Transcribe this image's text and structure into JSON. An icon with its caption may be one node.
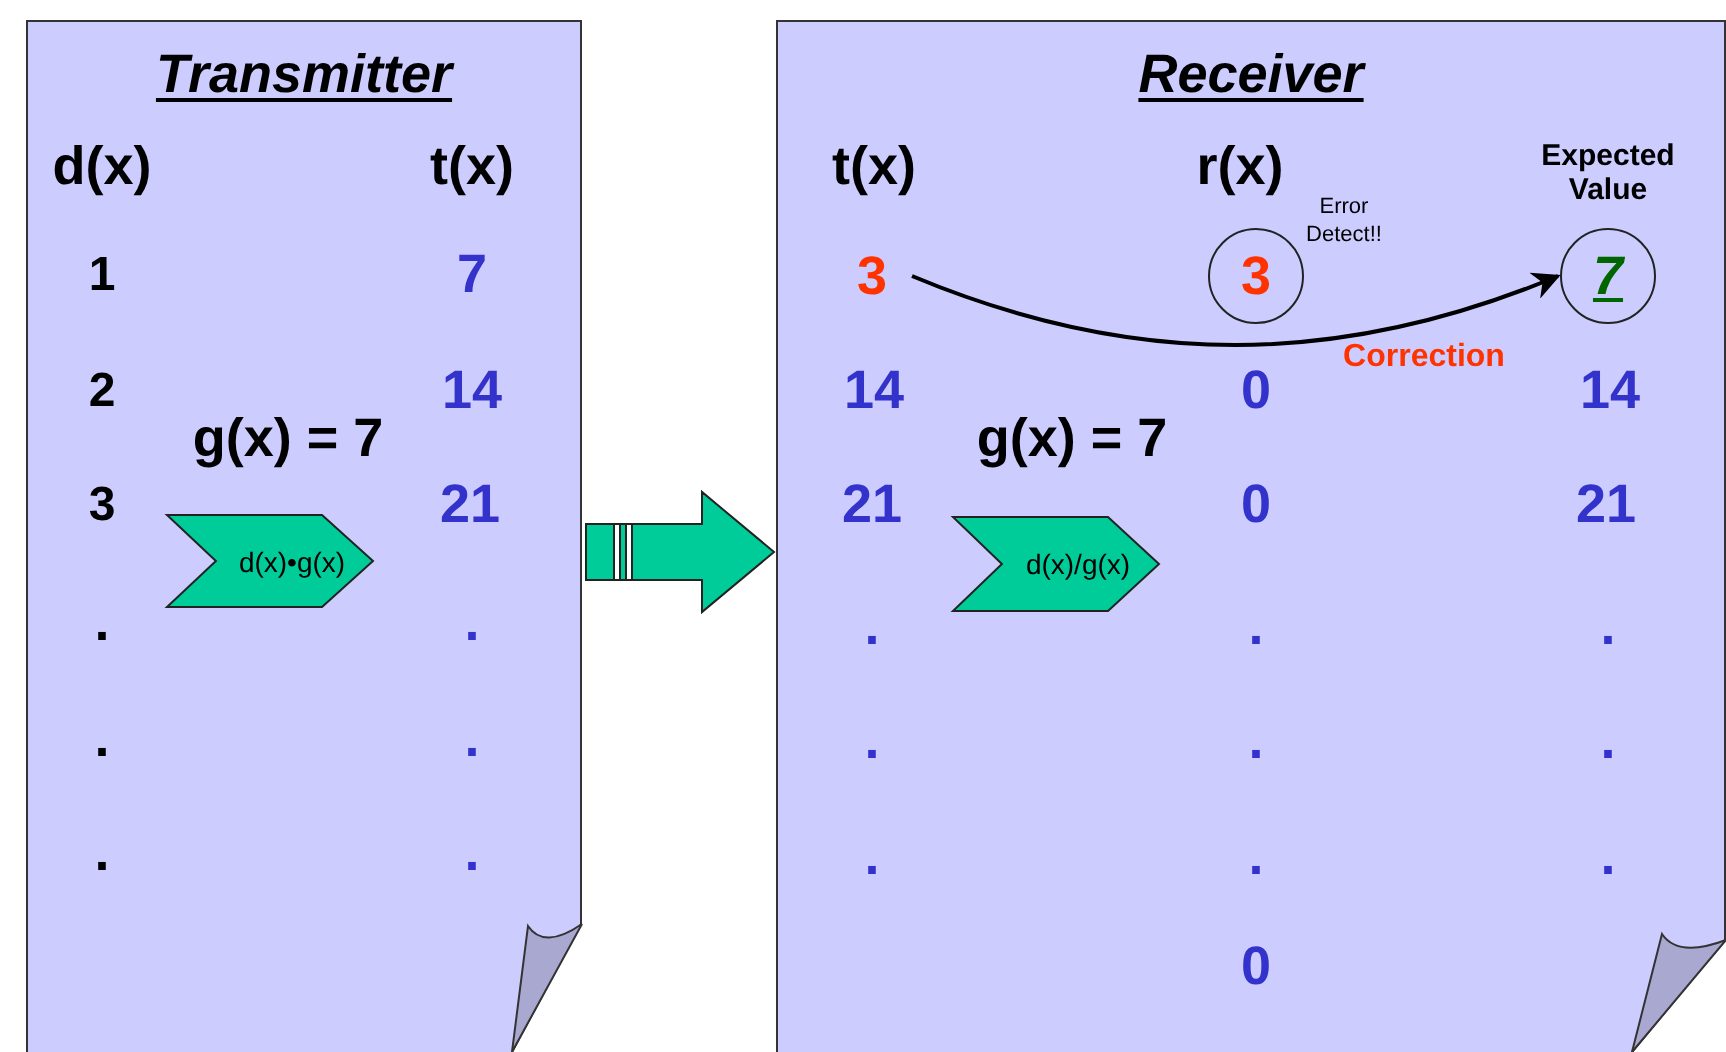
{
  "diagram": {
    "nodes": [
      {
        "text": [
          "Transmitter"
        ]
      },
      {
        "text": [
          "d(x)•g(x)"
        ],
        "in": 0
      },
      {
        "text": [
          "Receiver"
        ]
      },
      {
        "text": [
          "d(x)/g(x)"
        ],
        "in": 2
      },
      {
        "text": [
          "3"
        ],
        "in": 2
      },
      {
        "text": [
          "3"
        ],
        "in": 2
      },
      {
        "text": [
          "7"
        ],
        "in": 2
      }
    ],
    "edges": [
      {
        "from": 0,
        "to": 2,
        "arrow": "to",
        "style": "thick"
      },
      {
        "from": 4,
        "to": 6,
        "arrow": "to",
        "label": "Correction"
      }
    ],
    "labels": [
      "d(x)",
      "t(x)",
      "1",
      "7",
      "2",
      "14",
      "g(x) = 7",
      "3",
      "21",
      ".",
      ".",
      ".",
      ".",
      ".",
      ".",
      "t(x)",
      "r(x)",
      "Expected Value",
      "Error Detect!!",
      "14",
      "0",
      "14",
      "g(x) = 7",
      "21",
      "0",
      "21",
      ".",
      ".",
      ".",
      ".",
      ".",
      ".",
      ".",
      ".",
      ".",
      "0"
    ]
  }
}
